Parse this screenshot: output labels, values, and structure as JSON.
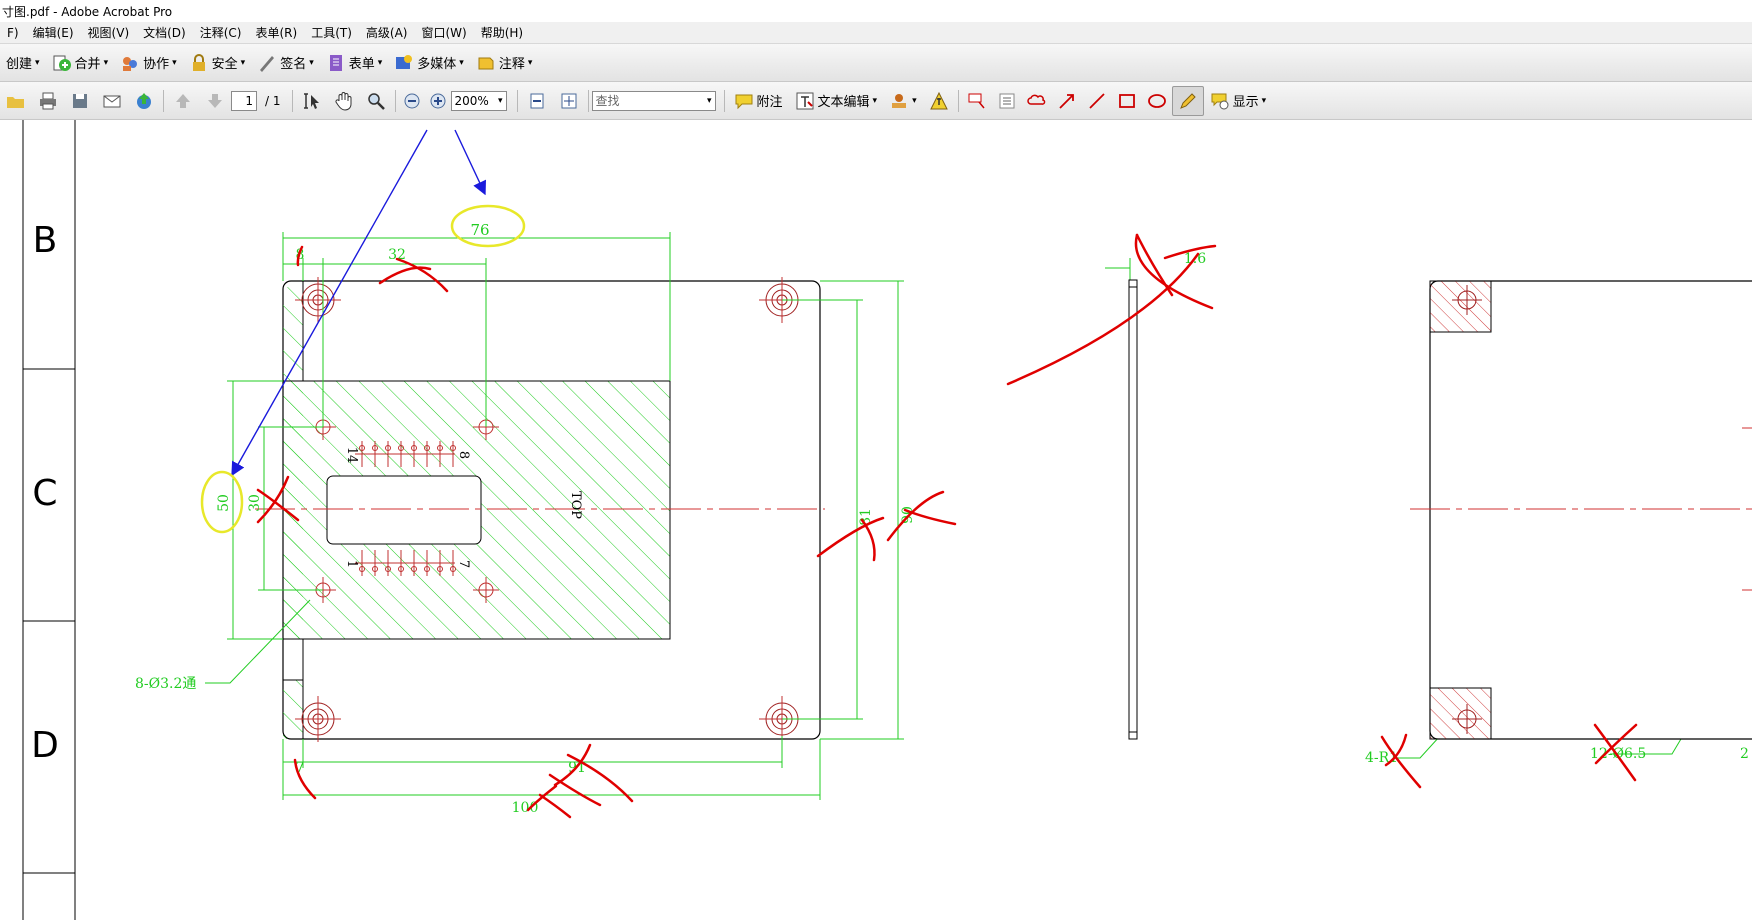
{
  "window": {
    "title": "寸图.pdf - Adobe Acrobat Pro"
  },
  "menu": [
    "F)",
    "编辑(E)",
    "视图(V)",
    "文档(D)",
    "注释(C)",
    "表单(R)",
    "工具(T)",
    "高级(A)",
    "窗口(W)",
    "帮助(H)"
  ],
  "toolbar1": {
    "create": "创建",
    "combine": "合并",
    "collaborate": "协作",
    "secure": "安全",
    "sign": "签名",
    "forms": "表单",
    "multimedia": "多媒体",
    "comment": "注释"
  },
  "toolbar2": {
    "page_current": "1",
    "page_total": "/ 1",
    "zoom": "200%",
    "search_placeholder": "查找",
    "attach_note": "附注",
    "text_edit": "文本编辑",
    "show": "显示"
  },
  "drawing": {
    "row_labels": [
      "B",
      "C",
      "D"
    ],
    "dims": {
      "d76": "76",
      "d8": "8",
      "d32": "32",
      "d50": "50",
      "d30": "30",
      "d81": "81",
      "d90": "90",
      "d7": "7",
      "d91": "91",
      "d100": "100",
      "d16": "1.6",
      "holes": "8-Ø3.2通",
      "top": "TOP",
      "p14": "14",
      "p8": "8",
      "p1": "1",
      "p7": "7",
      "r4": "4-R1",
      "h12": "12-Ø6.5",
      "r2": "2"
    }
  },
  "colors": {
    "dim_green": "#22cc22",
    "mark_red": "#e00000",
    "arrow_blue": "#1a1adc",
    "highlight_yellow": "#e8e82a"
  }
}
